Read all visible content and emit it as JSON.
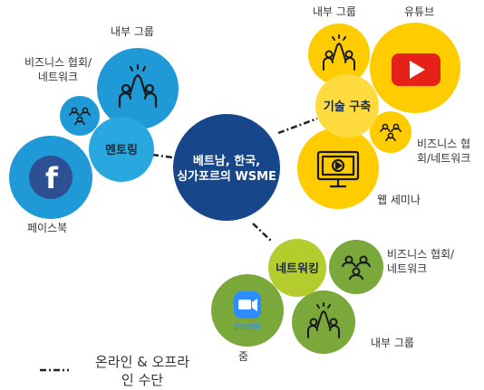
{
  "center": {
    "line1": "베트남, 한국,",
    "line2": "싱가포르의 WSME"
  },
  "hubs": {
    "mentoring": "멘토링",
    "skills": "기술 구축",
    "networking": "네트워킹"
  },
  "labels": {
    "internal_group_top_left": "내부 그룹",
    "business_network_left_1": "비즈니스 협회/",
    "business_network_left_2": "네트워크",
    "facebook": "페이스북",
    "internal_group_top_right": "내부 그룹",
    "youtube": "유튜브",
    "business_network_right_1": "비즈니스 협",
    "business_network_right_2": "회/네트워크",
    "webinar": "웹 세미나",
    "business_network_bottom_1": "비즈니스 협회/",
    "business_network_bottom_2": "네트워크",
    "zoom": "줌",
    "internal_group_bottom": "내부 그룹"
  },
  "zoom_logo_text": "zoom",
  "legend": {
    "line1": "온라인 & 오프라",
    "line2": "인 수단"
  },
  "colors": {
    "center": "#17468a",
    "blue": "#1f9ad6",
    "blue_hub": "#29a8e0",
    "yellow": "#ffcc00",
    "yellow_hub": "#ffdb3d",
    "green": "#7aa83a",
    "green_hub": "#b5cc2e",
    "youtube_red": "#e62117"
  },
  "icons": [
    "high-five-icon",
    "network-people-icon",
    "facebook-logo",
    "youtube-logo",
    "webinar-monitor-icon",
    "zoom-logo"
  ]
}
